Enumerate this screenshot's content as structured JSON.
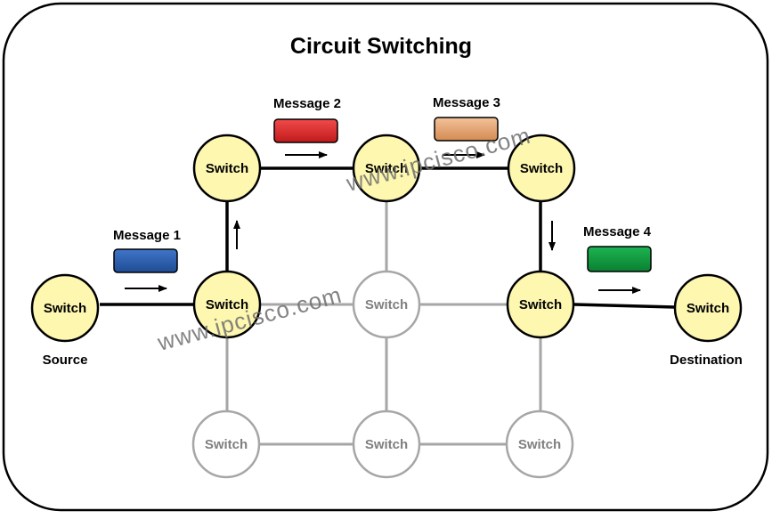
{
  "title": "Circuit Switching",
  "node_label": "Switch",
  "captions": {
    "source": "Source",
    "destination": "Destination"
  },
  "messages": [
    {
      "label": "Message 1",
      "color": "#2f5fae"
    },
    {
      "label": "Message 2",
      "color": "#d8282a"
    },
    {
      "label": "Message 3",
      "color": "#e3a473"
    },
    {
      "label": "Message 4",
      "color": "#109a3c"
    }
  ],
  "watermark": "www.ipcisco.com",
  "colors": {
    "active_fill": "#fdf7b0",
    "active_stroke": "#000000",
    "inactive_stroke": "#a6a6a6",
    "inactive_text": "#7f7f7f",
    "active_link": "#000000",
    "inactive_link": "#a6a6a6"
  }
}
